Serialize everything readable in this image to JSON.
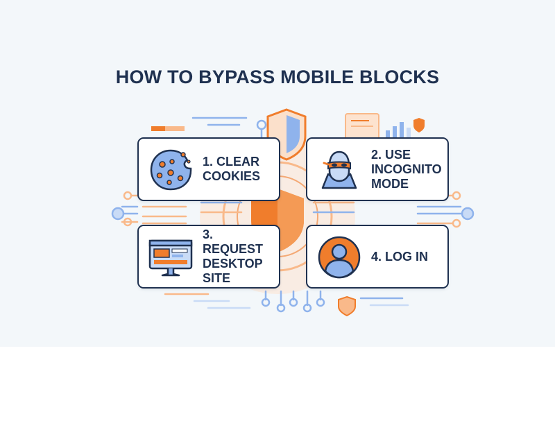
{
  "title": "HOW TO BYPASS MOBILE BLOCKS",
  "colors": {
    "navy": "#1f3150",
    "orange": "#f07d2c",
    "light_orange": "#f9b98a",
    "blue": "#8fb3ec",
    "light_blue": "#c9dbf6",
    "background": "#f3f7fa"
  },
  "steps": [
    {
      "label": "1. CLEAR\nCOOKIES",
      "icon": "cookie-icon"
    },
    {
      "label": "2. USE\nINCOGNITO\nMODE",
      "icon": "incognito-icon"
    },
    {
      "label": "3. REQUEST\nDESKTOP\nSITE",
      "icon": "desktop-monitor-icon"
    },
    {
      "label": "4. LOG IN",
      "icon": "user-avatar-icon"
    }
  ]
}
